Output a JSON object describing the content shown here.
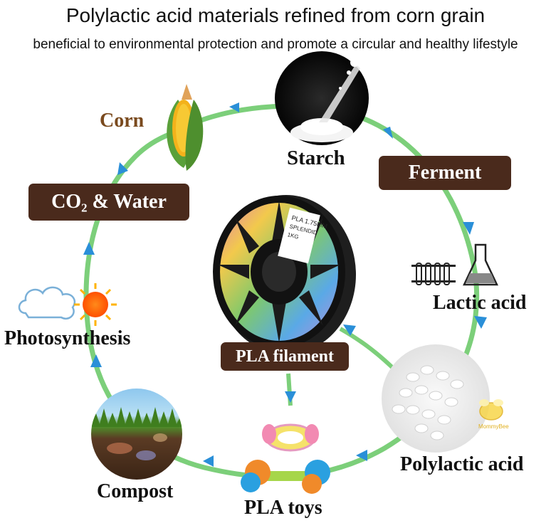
{
  "header": {
    "title": "Polylactic acid materials refined from corn grain",
    "subtitle": "beneficial to environmental protection and promote a circular and healthy lifestyle"
  },
  "nodes": {
    "corn": "Corn",
    "starch": "Starch",
    "ferment": "Ferment",
    "lactic_acid": "Lactic acid",
    "polylactic_acid": "Polylactic acid",
    "pla_toys": "PLA toys",
    "compost": "Compost",
    "photosynthesis": "Photosynthesis",
    "co2_water": "CO₂ & Water",
    "pla_filament": "PLA filament"
  },
  "spool_label": {
    "line1": "PLA 1.75MM",
    "line2": "SPLENDID",
    "line3": "1KG"
  },
  "watermark": "MommyBee",
  "colors": {
    "cycle_line": "#7ccf7a",
    "arrow": "#2a8fd8",
    "box": "#4a2a1c",
    "corn_label": "#7a4a1e"
  }
}
